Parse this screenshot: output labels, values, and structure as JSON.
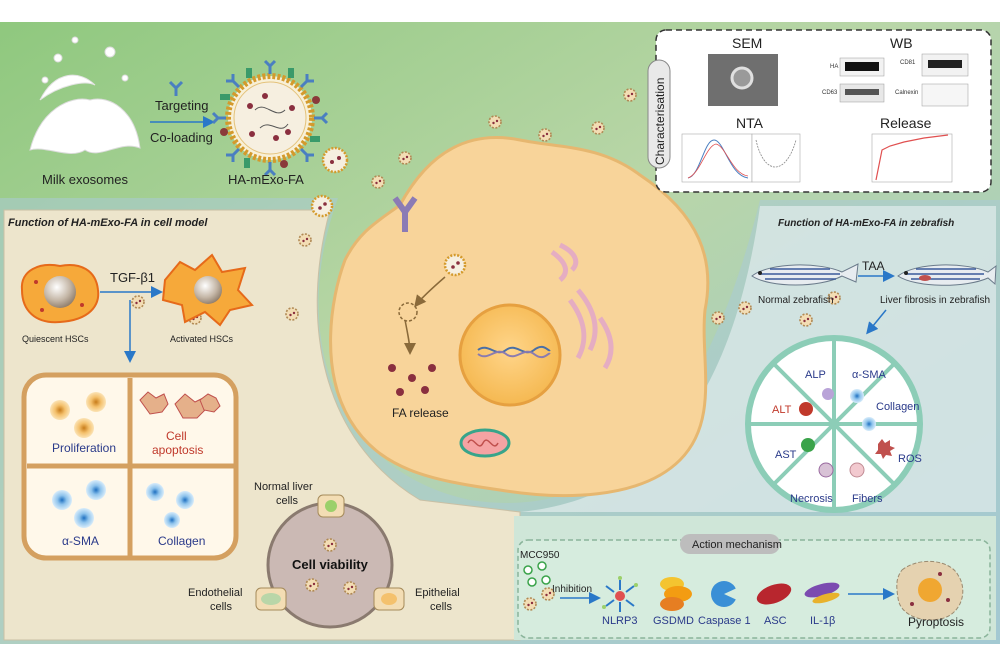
{
  "top": {
    "milk_label": "Milk exosomes",
    "targeting_label": "Targeting",
    "coloading_label": "Co-loading",
    "product_label": "HA-mExo-FA"
  },
  "characterisation": {
    "side_label": "Characterisation",
    "sem_title": "SEM",
    "wb_title": "WB",
    "nta_title": "NTA",
    "release_title": "Release",
    "wb_bands": {
      "ha": "HA",
      "cd63": "CD63",
      "cd81": "CD81",
      "calnexin": "Calnexin"
    }
  },
  "cell": {
    "fa_release": "FA release"
  },
  "cell_model": {
    "title": "Function of HA-mExo-FA in cell model",
    "tgf": "TGF-β1",
    "quiescent": "Quiescent HSCs",
    "activated": "Activated HSCs",
    "grid": {
      "proliferation": "Proliferation",
      "apoptosis_line1": "Cell",
      "apoptosis_line2": "apoptosis",
      "asma": "α-SMA",
      "collagen": "Collagen"
    },
    "viability": {
      "center": "Cell viability",
      "normal_line1": "Normal liver",
      "normal_line2": "cells",
      "endo_line1": "Endothelial",
      "endo_line2": "cells",
      "epi_line1": "Epithelial",
      "epi_line2": "cells"
    }
  },
  "zebrafish": {
    "title": "Function of HA-mExo-FA in zebrafish",
    "taa": "TAA",
    "normal": "Normal zebrafish",
    "fibrosis": "Liver fibrosis in zebrafish",
    "wheel": {
      "alp": "ALP",
      "asma": "α-SMA",
      "alt": "ALT",
      "collagen": "Collagen",
      "ast": "AST",
      "ros": "ROS",
      "necrosis": "Necrosis",
      "fibers": "Fibers"
    }
  },
  "mechanism": {
    "title": "Action mechanism",
    "mcc": "MCC950",
    "inhibition": "Inhibition",
    "nlrp3": "NLRP3",
    "gsdmd": "GSDMD",
    "caspase": "Caspase 1",
    "asc": "ASC",
    "il1b": "IL-1β",
    "pyroptosis": "Pyroptosis"
  }
}
